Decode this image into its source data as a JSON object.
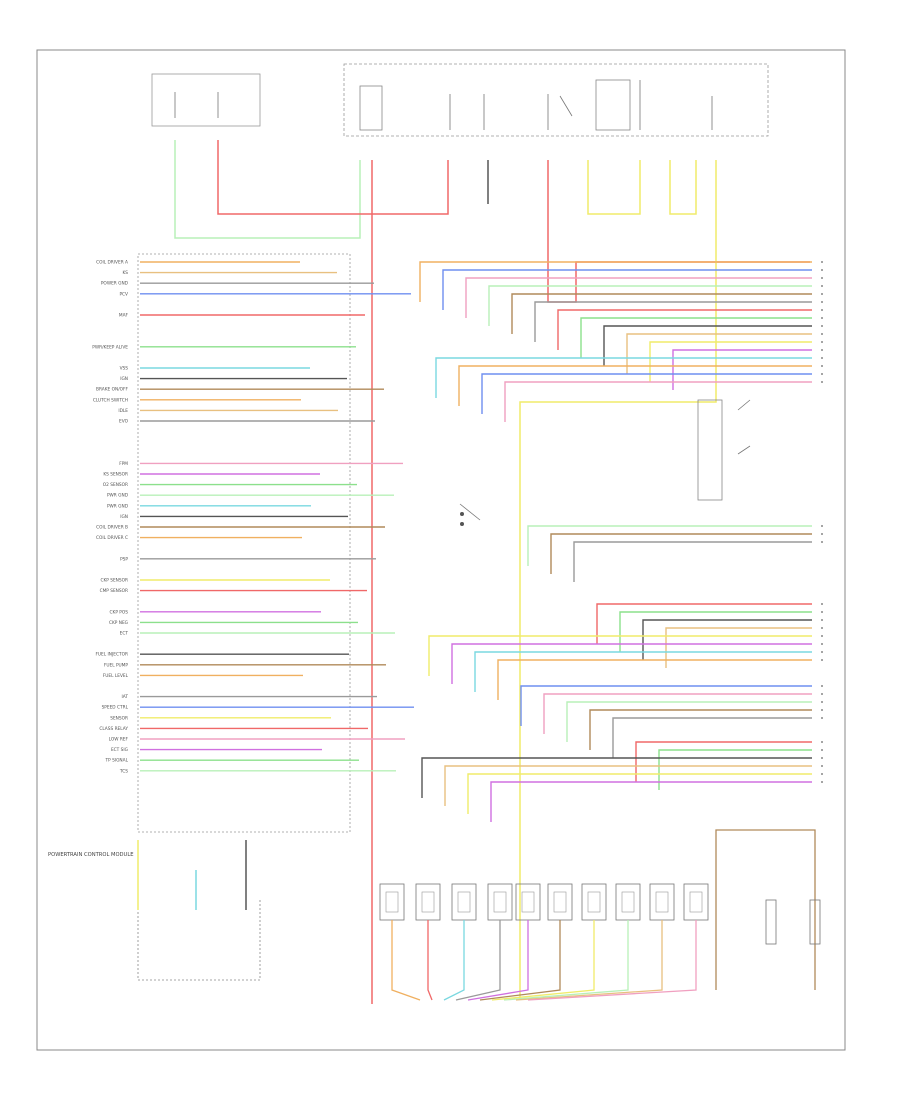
{
  "page": {
    "footer_code": ""
  },
  "components": {
    "left_fuse_box": {
      "title": "",
      "lines": [
        "",
        "",
        ""
      ]
    },
    "center_fuse_box": {
      "title": ""
    },
    "right_hot_side": {
      "lines": [
        "",
        "",
        ""
      ]
    },
    "pcm": {
      "lines": [
        "POWERTRAIN CONTROL MODULE",
        "",
        "",
        ""
      ]
    },
    "cmp_sensor": {
      "lines": [
        "",
        ""
      ]
    },
    "injectors_label": {
      "lines": [
        "",
        ""
      ]
    },
    "ignition_label": {
      "lines": [
        "",
        ""
      ]
    },
    "sensors_right": {
      "lines": [
        "",
        ""
      ]
    }
  },
  "pcm_pins": {
    "labels": [
      "COIL DRIVER A",
      "KS",
      "POWER GND",
      "PCV",
      "",
      "MAF",
      "",
      "",
      "PWR/KEEP ALIVE",
      "",
      "VSS",
      "IGN",
      "BRAKE ON/OFF",
      "CLUTCH SWITCH",
      "IDLE",
      "EVO",
      "",
      "",
      "",
      "FPM",
      "KS SENSOR",
      "O2 SENSOR",
      "PWR GND",
      "PWR GND",
      "IGN",
      "COIL DRIVER B",
      "COIL DRIVER C",
      "",
      "PSP",
      "",
      "CKP SENSOR",
      "CMP SENSOR",
      "",
      "CKP POS",
      "CKP NEG",
      "ECT",
      "",
      "FUEL INJECTOR",
      "FUEL PUMP",
      "FUEL LEVEL",
      "",
      "IAT",
      "SPEED CTRL",
      "SENSOR",
      "CLASS RELAY",
      "LOW REF",
      "ECT SIG",
      "TP SIGNAL",
      "TCS",
      "",
      "",
      "",
      "",
      "",
      ""
    ],
    "colors": {
      "orange": "#f0b060",
      "tan": "#e8c080",
      "gray": "#9a9a9a",
      "blue": "#6f8ff0",
      "yellow": "#f0ec6a",
      "red": "#f06868",
      "pink": "#f0a0c0",
      "purple": "#d070e0",
      "green": "#8ce08c",
      "lightgreen": "#b8f0b8",
      "cyan": "#7ad8e0",
      "black": "#555555",
      "brown": "#b08a5a"
    }
  },
  "right_connector_labels": [
    "",
    "",
    "",
    "",
    "",
    "",
    "",
    "",
    "",
    "",
    "",
    "",
    "",
    "",
    "",
    "",
    "",
    "",
    "",
    "",
    ""
  ],
  "wire_labels": {
    "a": "",
    "b": "",
    "c": "",
    "d": ""
  },
  "injectors": [
    "",
    "",
    "",
    "",
    "",
    "",
    "",
    "",
    "",
    ""
  ]
}
